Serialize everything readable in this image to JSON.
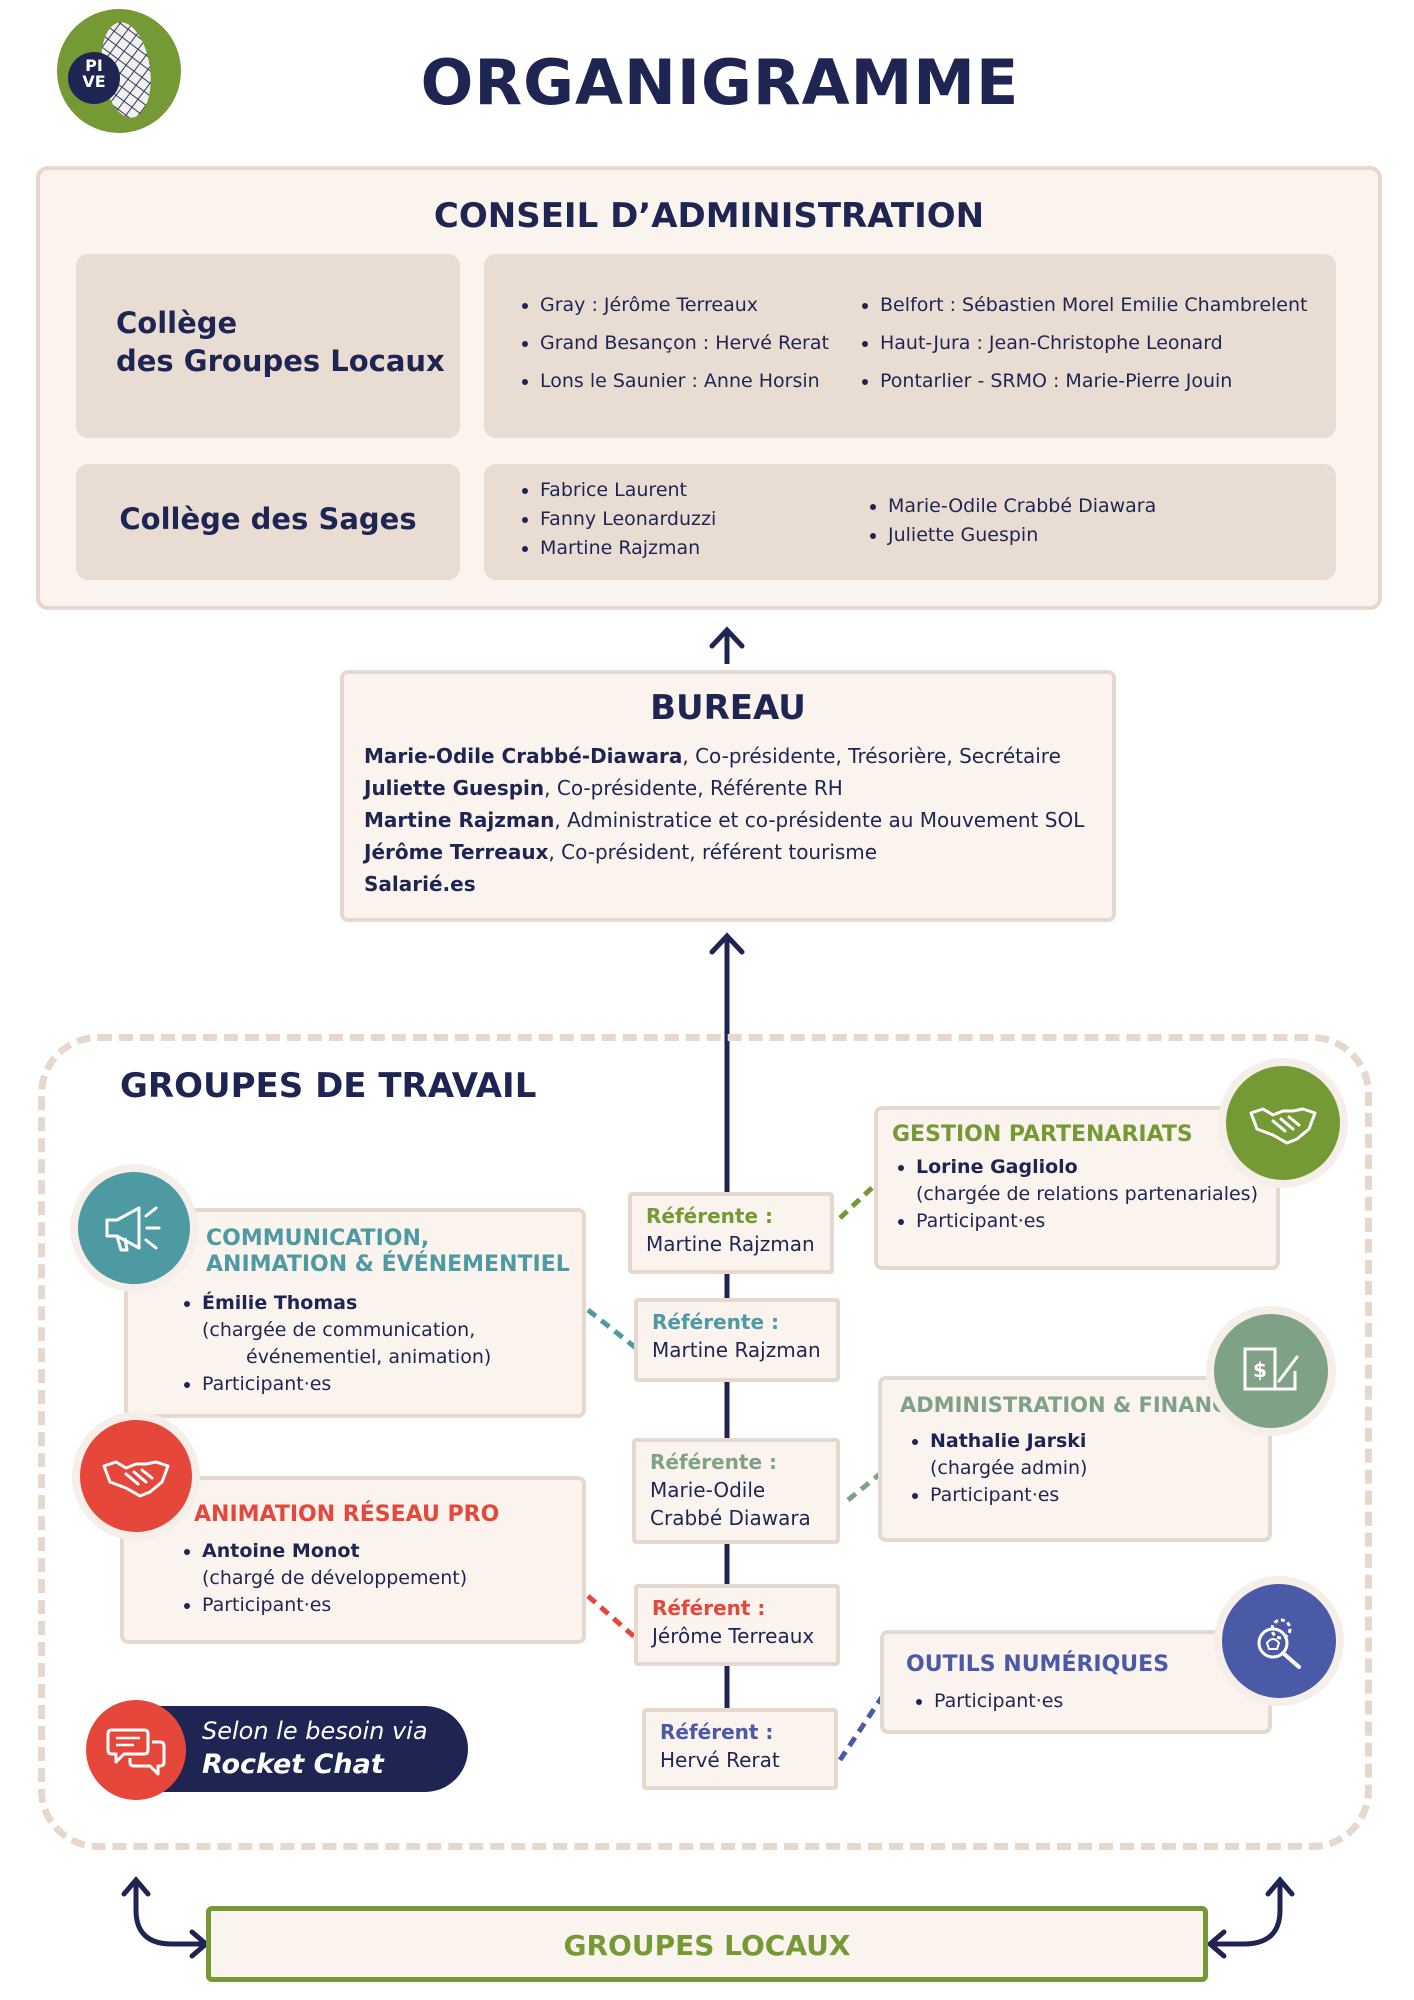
{
  "logo": {
    "line1": "PI",
    "line2": "VE"
  },
  "title": "ORGANIGRAMME",
  "conseil": {
    "title": "CONSEIL D’ADMINISTRATION",
    "college_gl": {
      "label_line1": "Collège",
      "label_line2": "des Groupes Locaux",
      "items_left": [
        "Gray : Jérôme Terreaux",
        "Grand Besançon : Hervé Rerat",
        "Lons le Saunier : Anne Horsin"
      ],
      "items_right": [
        "Belfort : Sébastien Morel Emilie Chambrelent",
        "Haut-Jura : Jean-Christophe Leonard",
        "Pontarlier - SRMO : Marie-Pierre Jouin"
      ]
    },
    "college_sages": {
      "label": "Collège des Sages",
      "items_left": [
        "Fabrice Laurent",
        "Fanny Leonarduzzi",
        "Martine Rajzman"
      ],
      "items_right": [
        "Marie-Odile Crabbé Diawara",
        "Juliette Guespin"
      ]
    }
  },
  "bureau": {
    "title": "BUREAU",
    "rows": [
      {
        "name": "Marie-Odile Crabbé-Diawara",
        "role": ", Co-présidente, Trésorière, Secrétaire"
      },
      {
        "name": "Juliette Guespin",
        "role": ", Co-présidente, Référente RH"
      },
      {
        "name": "Martine Rajzman",
        "role": ", Administratice et co-présidente au Mouvement SOL"
      },
      {
        "name": "Jérôme Terreaux",
        "role": ", Co-président, référent tourisme"
      },
      {
        "name": "Salarié.es",
        "role": ""
      }
    ]
  },
  "groupes": {
    "title": "GROUPES DE TRAVAIL",
    "communication": {
      "title_line1": "COMMUNICATION,",
      "title_line2": "ANIMATION & ÉVÉNEMENTIEL",
      "person": "Émilie Thomas",
      "role_line1": "(chargée de communication,",
      "role_line2": "événementiel, animation)",
      "participants": "Participant·es"
    },
    "reseau": {
      "title": "ANIMATION RÉSEAU PRO",
      "person": "Antoine Monot",
      "role": "(chargé de développement)",
      "participants": "Participant·es"
    },
    "partenariats": {
      "title": "GESTION PARTENARIATS",
      "person": "Lorine Gagliolo",
      "role": "(chargée de relations partenariales)",
      "participants": "Participant·es"
    },
    "admin": {
      "title": "ADMINISTRATION & FINANCES",
      "person": "Nathalie Jarski",
      "role": "(chargée admin)",
      "participants": "Participant·es"
    },
    "outils": {
      "title": "OUTILS NUMÉRIQUES",
      "participants": "Participant·es"
    },
    "referents": [
      {
        "label": "Référente :",
        "name": "Martine Rajzman"
      },
      {
        "label": "Référente :",
        "name": "Martine Rajzman"
      },
      {
        "label": "Référente :",
        "name_line1": "Marie-Odile",
        "name_line2": "Crabbé Diawara"
      },
      {
        "label": "Référent :",
        "name": "Jérôme Terreaux"
      },
      {
        "label": "Référent :",
        "name": "Hervé Rerat"
      }
    ],
    "rocket": {
      "line1": "Selon le besoin via",
      "line2": "Rocket Chat"
    }
  },
  "groupes_locaux": "GROUPES LOCAUX",
  "colors": {
    "navy": "#1f2552",
    "green": "#759a35",
    "teal": "#4e9aa3",
    "red": "#e5473a",
    "sage": "#7fa286",
    "blue": "#4a5aa6",
    "beige": "#e6d8cc"
  }
}
